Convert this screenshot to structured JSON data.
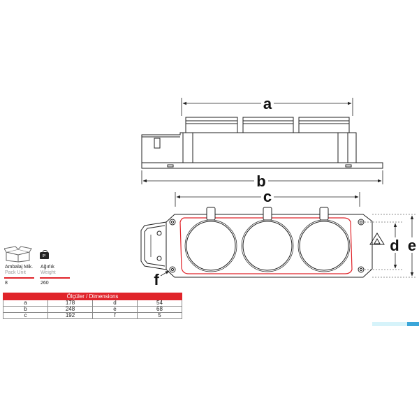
{
  "dimension_labels": {
    "a": "a",
    "b": "b",
    "c": "c",
    "d": "d",
    "e": "e",
    "f": "f"
  },
  "pack": {
    "title": "Ambalaj Mik.",
    "subtitle": "Pack Unit",
    "value": "8",
    "icon": "box-icon"
  },
  "weight": {
    "title": "Ağırlık",
    "subtitle": "Weight",
    "value": "260",
    "icon": "weight-icon",
    "icon_text": "gr."
  },
  "table": {
    "header": "Ölçüler / Dimensions",
    "rows": [
      [
        "a",
        "178",
        "d",
        "54"
      ],
      [
        "b",
        "248",
        "e",
        "68"
      ],
      [
        "c",
        "192",
        "f",
        "5"
      ]
    ]
  },
  "colors": {
    "accent": "#e0242a",
    "line": "#222222",
    "bar_light": "#d6f3fa",
    "bar_dark": "#3ba6d9"
  }
}
